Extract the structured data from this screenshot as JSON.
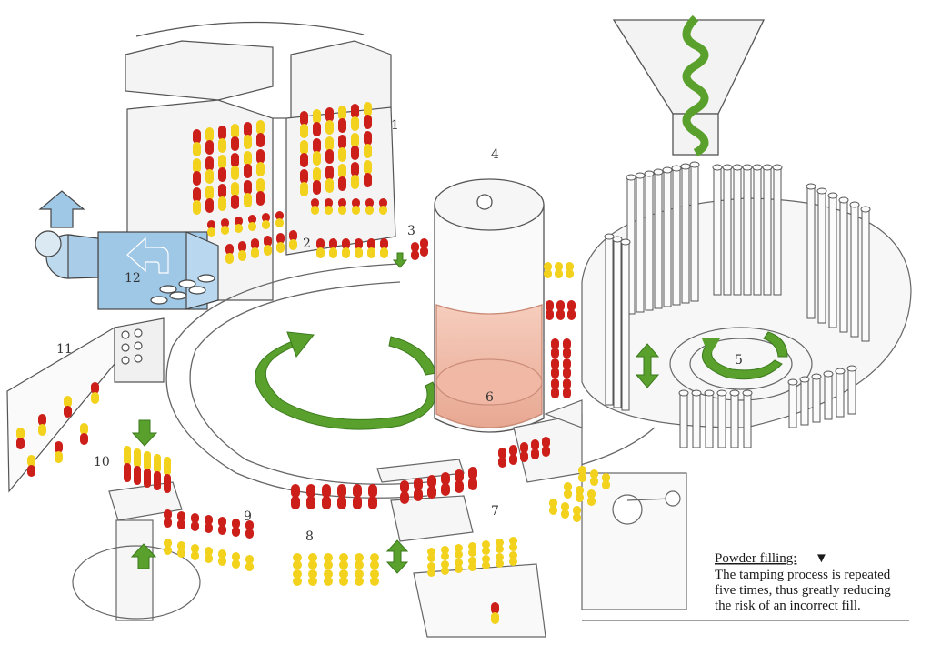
{
  "colors": {
    "capsule_red": "#cc1f1a",
    "capsule_yellow": "#f2d21c",
    "arrow_green": "#5aa02c",
    "blue_duct": "#9fc7e6",
    "powder_pink": "#f3c3b3",
    "line": "#555555"
  },
  "labels": {
    "n1": "1",
    "n2": "2",
    "n3": "3",
    "n4": "4",
    "n5": "5",
    "n6": "6",
    "n7": "7",
    "n8": "8",
    "n9": "9",
    "n10": "10",
    "n11": "11",
    "n12": "12"
  },
  "caption": {
    "title": "Powder filling:",
    "marker": "▼",
    "lines": [
      "The tamping process is repeated",
      "five times, thus greatly reducing",
      "the risk of an incorrect fill."
    ]
  },
  "icons": [
    "rotation-arrow-icon",
    "up-arrow-icon",
    "down-arrow-icon",
    "double-arrow-icon",
    "exhaust-arrow-icon"
  ]
}
